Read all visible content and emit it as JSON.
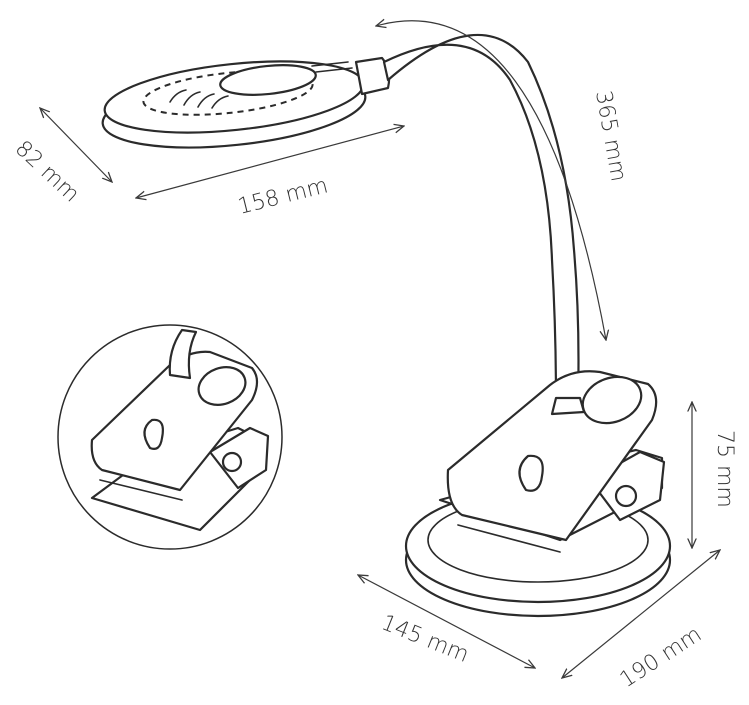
{
  "dimensions": {
    "shade_depth": "82 mm",
    "shade_width": "158 mm",
    "arm_length": "365 mm",
    "clip_height": "75 mm",
    "base_depth": "145 mm",
    "base_width": "190 mm"
  },
  "colors": {
    "line": "#2b2b2b",
    "text": "#333333",
    "background": "#ffffff"
  }
}
